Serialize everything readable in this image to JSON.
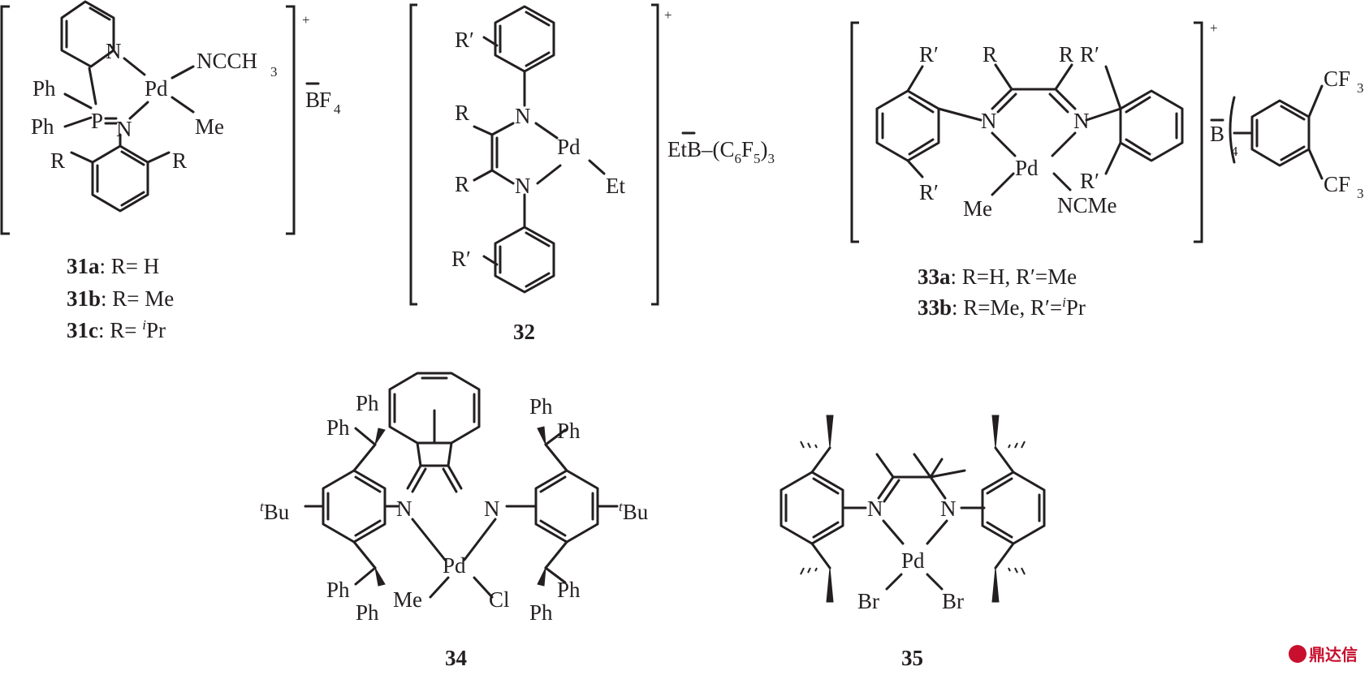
{
  "atoms": {
    "pd": "Pd",
    "n": "N",
    "p": "P",
    "ph": "Ph",
    "me": "Me",
    "et": "Et",
    "br": "Br",
    "cl": "Cl",
    "r": "R",
    "rp": "R′",
    "bu": "Bu",
    "t": "t",
    "i": "i",
    "b": "B",
    "ncme": "NCMe",
    "ncch": "NCCH",
    "three": "3",
    "cf": "CF",
    "four": "4",
    "plus": "+",
    "f": "F",
    "et_b": "Et"
  },
  "counterions": {
    "c31": {
      "b": "B",
      "f": "F",
      "sub": "4"
    },
    "c32": {
      "etb": "EtB",
      "rest": "–(C",
      "s6": "6",
      "f": "F",
      "s5": "5",
      "close": ")",
      "s3": "3"
    },
    "c33": {
      "b": "B",
      "sub": "4",
      "cf3": "CF"
    }
  },
  "compounds": {
    "c31": {
      "number": "31",
      "variants": [
        {
          "id": "31a",
          "pre": ": R= ",
          "sup": "",
          "val": "H"
        },
        {
          "id": "31b",
          "pre": ": R= ",
          "sup": "",
          "val": "Me"
        },
        {
          "id": "31c",
          "pre": ": R= ",
          "sup": "i",
          "val": "Pr"
        }
      ]
    },
    "c32": {
      "number": "32"
    },
    "c33": {
      "number": "33",
      "variants": [
        {
          "id": "33a",
          "pre": ": R=H, R′=",
          "sup": "",
          "val": "Me"
        },
        {
          "id": "33b",
          "pre": ": R=Me, R′=",
          "sup": "i",
          "val": "Pr"
        }
      ]
    },
    "c34": {
      "number": "34"
    },
    "c35": {
      "number": "35"
    }
  },
  "watermark": {
    "text": "鼎达信",
    "icon": "dingdaxin-logo-icon"
  }
}
